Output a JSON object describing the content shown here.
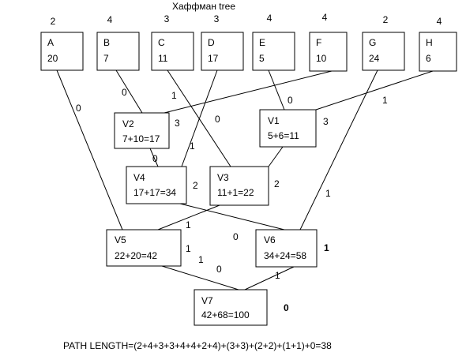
{
  "title": "Хаффман tree",
  "leaves": [
    {
      "id": "A",
      "name": "A",
      "value": "20",
      "depth": "2"
    },
    {
      "id": "B",
      "name": "B",
      "value": "7",
      "depth": "4"
    },
    {
      "id": "C",
      "name": "C",
      "value": "11",
      "depth": "3"
    },
    {
      "id": "D",
      "name": "D",
      "value": "17",
      "depth": "3"
    },
    {
      "id": "E",
      "name": "E",
      "value": "5",
      "depth": "4"
    },
    {
      "id": "F",
      "name": "F",
      "value": "10",
      "depth": "4"
    },
    {
      "id": "G",
      "name": "G",
      "value": "24",
      "depth": "2"
    },
    {
      "id": "H",
      "name": "H",
      "value": "6",
      "depth": "4"
    }
  ],
  "internal_nodes": [
    {
      "id": "V2",
      "name": "V2",
      "value": "7+10=17",
      "depth": "3"
    },
    {
      "id": "V1",
      "name": "V1",
      "value": "5+6=11",
      "depth": "3"
    },
    {
      "id": "V4",
      "name": "V4",
      "value": "17+17=34",
      "depth": "2"
    },
    {
      "id": "V3",
      "name": "V3",
      "value": "11+1=22",
      "depth": "2"
    },
    {
      "id": "V5",
      "name": "V5",
      "value": "22+20=42",
      "depth": "1"
    },
    {
      "id": "V6",
      "name": "V6",
      "value": "34+24=58",
      "depth": "1"
    },
    {
      "id": "V7",
      "name": "V7",
      "value": "42+68=100",
      "depth": "0"
    }
  ],
  "edges": [
    {
      "from": "B",
      "to": "V2",
      "label": "0"
    },
    {
      "from": "F",
      "to": "V2",
      "label": "1"
    },
    {
      "from": "E",
      "to": "V1",
      "label": "0"
    },
    {
      "from": "H",
      "to": "V1",
      "label": "1"
    },
    {
      "from": "V2",
      "to": "V4",
      "label": "0"
    },
    {
      "from": "D",
      "to": "V4",
      "label": "1"
    },
    {
      "from": "C",
      "to": "V3",
      "label": "0"
    },
    {
      "from": "V1",
      "to": "V3",
      "label": ""
    },
    {
      "from": "A",
      "to": "V5",
      "label": "0"
    },
    {
      "from": "V3",
      "to": "V5",
      "label": "1"
    },
    {
      "from": "V4",
      "to": "V6",
      "label": "0"
    },
    {
      "from": "G",
      "to": "V6",
      "label": "1"
    },
    {
      "from": "V5",
      "to": "V7",
      "label": "0"
    },
    {
      "from": "V6",
      "to": "V7",
      "label": "1"
    }
  ],
  "stray_labels": [
    "1"
  ],
  "path_length": "PATH LENGTH=(2+4+3+3+4+4+2+4)+(3+3)+(2+2)+(1+1)+0=38"
}
